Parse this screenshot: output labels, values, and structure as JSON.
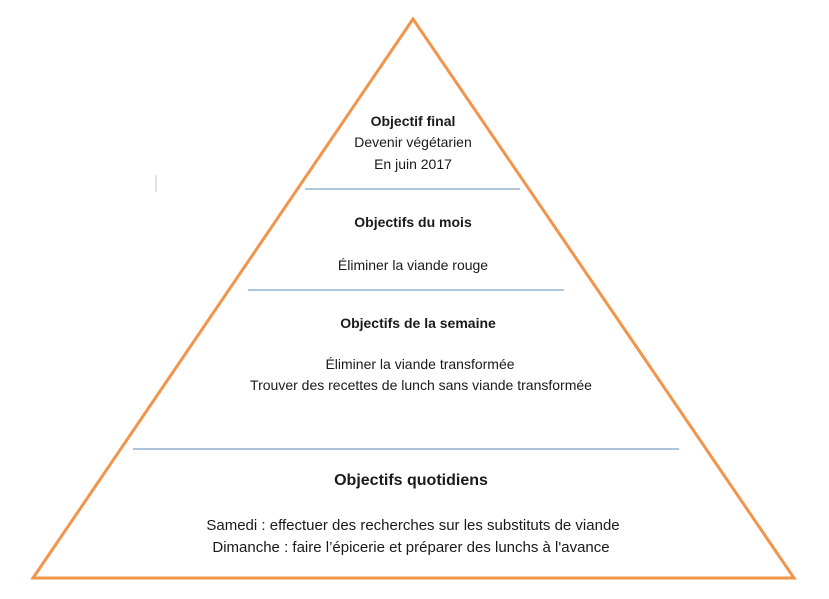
{
  "colors": {
    "pyramid_outline": "#F0954A",
    "divider": "#5B8DB8",
    "text": "#1a1a1a"
  },
  "levels": [
    {
      "title": "Objectif final",
      "lines": [
        "Devenir végétarien",
        "En juin 2017"
      ]
    },
    {
      "title": "Objectifs du mois",
      "lines": [
        "Éliminer la viande rouge"
      ]
    },
    {
      "title": "Objectifs de la semaine",
      "lines": [
        "Éliminer la viande transformée",
        "Trouver des recettes de lunch sans viande transformée"
      ]
    },
    {
      "title": "Objectifs quotidiens",
      "lines": [
        "Samedi : effectuer des recherches sur les substituts de viande",
        "Dimanche : faire l’épicerie et préparer des lunchs à l'avance"
      ]
    }
  ]
}
